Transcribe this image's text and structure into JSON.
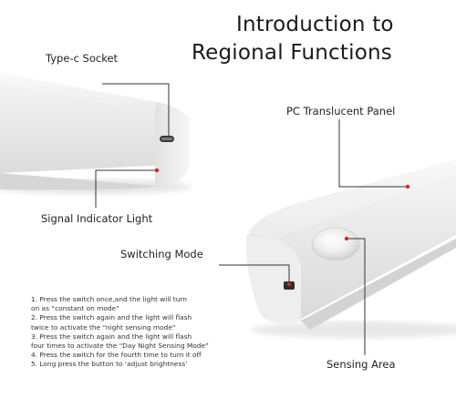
{
  "title": {
    "line1": "Introduction to",
    "line2": "Regional Functions"
  },
  "labels": {
    "type_c_socket": "Type-c Socket",
    "pc_translucent_panel": "PC Translucent Panel",
    "signal_indicator_light": "Signal Indicator Light",
    "switching_mode": "Switching Mode",
    "sensing_area": "Sensing Area"
  },
  "instructions": [
    "1. Press the switch once,and the light will turn",
    "on as “constant on mode”",
    "2. Press the switch again and the light will flash",
    "twice to activate the “night sensing mode”",
    "3. Press the switch again and the light will flash",
    "four times to activate the “Day Night Sensing Mode”",
    "4. Press the switch for the fourth time to turn it off",
    "5. Long press the button to ‘adjust brightness’"
  ],
  "colors": {
    "leader_line": "#333333",
    "marker_dot": "#d8262d",
    "product_body": "#f3f3f3",
    "text": "#222222"
  }
}
